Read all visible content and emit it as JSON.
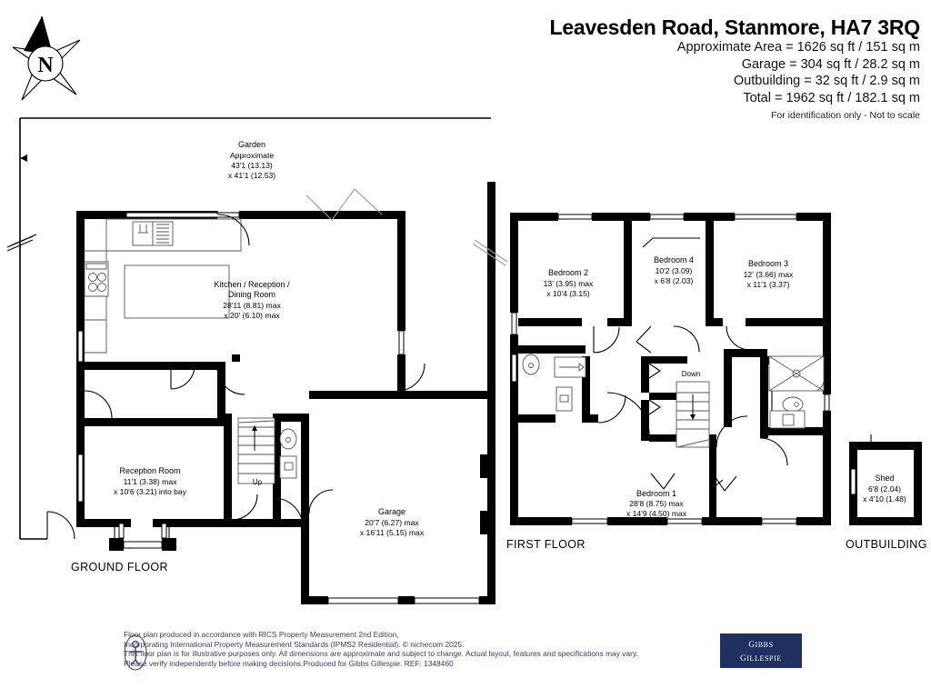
{
  "header": {
    "title": "Leavesden Road, Stanmore, HA7 3RQ",
    "areas": [
      "Approximate Area = 1626 sq ft / 151 sq m",
      "Garage = 304 sq ft / 28.2 sq m",
      "Outbuilding = 32 sq ft / 2.9 sq m",
      "Total = 1962 sq ft / 182.1 sq m"
    ],
    "notice": "For identification only - Not to scale"
  },
  "compass": {
    "label": "N"
  },
  "floors": {
    "ground": "GROUND FLOOR",
    "first": "FIRST FLOOR",
    "outbuilding": "OUTBUILDING"
  },
  "rooms": {
    "garden": {
      "name": "Garden",
      "sub": "Approximate",
      "dim1": "43'1 (13.13)",
      "dim2": "x 41'1 (12.53)"
    },
    "kitchen": {
      "name1": "Kitchen / Reception /",
      "name2": "Dining Room",
      "dim1": "28'11 (8.81) max",
      "dim2": "x 20' (6.10) max"
    },
    "reception": {
      "name": "Reception Room",
      "dim1": "11'1 (3.38) max",
      "dim2": "x 10'6 (3.21) into bay"
    },
    "garage": {
      "name": "Garage",
      "dim1": "20'7 (6.27) max",
      "dim2": "x 16'11 (5.15) max"
    },
    "bedroom1": {
      "name": "Bedroom 1",
      "dim1": "28'8 (8.75) max",
      "dim2": "x 14'9 (4.50) max"
    },
    "bedroom2": {
      "name": "Bedroom 2",
      "dim1": "13' (3.95) max",
      "dim2": "x 10'4 (3.15)"
    },
    "bedroom3": {
      "name": "Bedroom 3",
      "dim1": "12' (3.66) max",
      "dim2": "x 11'1 (3.37)"
    },
    "bedroom4": {
      "name": "Bedroom 4",
      "dim1": "10'2 (3.09)",
      "dim2": "x 6'8 (2.03)"
    },
    "shed": {
      "name": "Shed",
      "dim1": "6'8 (2.04)",
      "dim2": "x 4'10 (1.48)"
    }
  },
  "stairs": {
    "up": "Up",
    "down": "Down"
  },
  "footer": {
    "line1": "Floor plan produced in accordance with RICS Property Measurement 2nd Edition,",
    "line2": "Incorporating International Property Measurement Standards (IPMS2 Residential).    © nichecom 2025.",
    "line3": "This floor plan is for illustrative purposes only. All dimensions are approximate and subject to change. Actual layout, features and specifications may vary.",
    "line4": "Please verify independently before making decisions.Produced for Gibbs Gillespie.    REF:   1348460"
  },
  "logo": {
    "line1": "Gibbs",
    "line2": "Gillespie"
  },
  "colors": {
    "wall": "#000000",
    "logo_bg": "#1f3060",
    "footer_text": "#3a3f55"
  }
}
